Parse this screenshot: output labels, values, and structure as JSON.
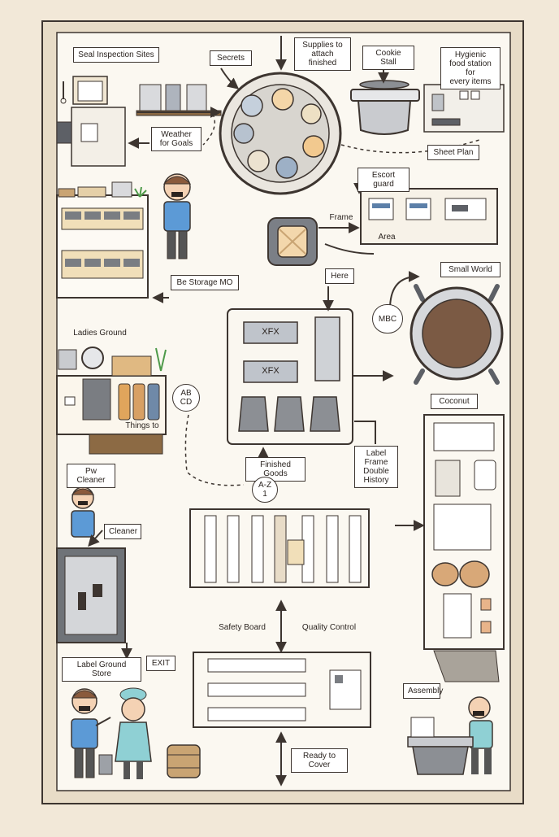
{
  "labels": {
    "seal_storage": "Seal Inspection Sites",
    "secrets": "Secrets",
    "supplies": "Supplies to\nattach finished",
    "cookie_stall": "Cookie Stall",
    "hygiene_note": "Hygienic\nfood station for\nevery items",
    "weather": "Weather\nfor Goals",
    "sheet_plan": "Sheet Plan",
    "escort_guard": "Escort guard",
    "frame": "Frame",
    "area": "Area",
    "here": "Here",
    "storage": "Be Storage MO",
    "small_world": "Small World",
    "mbc": "MBC",
    "ladies_ground": "Ladies Ground",
    "badge_ab": "AB\nCD",
    "bottles": "Things to",
    "coconut": "Coconut",
    "label_frame": "Label\nFrame\nDouble\nHistory",
    "finished_goods": "Finished Goods",
    "az_badge": "A-Z\n1",
    "pw_cleaner": "Pw Cleaner",
    "cleaner": "Cleaner",
    "safety_board": "Safety Board",
    "quality_control": "Quality Control",
    "label_ground": "Label Ground Store",
    "exit": "EXIT",
    "assembly": "Assembly",
    "ready_to_cover": "Ready to Cover",
    "panel_xf1": "XFX",
    "panel_xf2": "XFX"
  },
  "colors": {
    "background": "#f2e8d8",
    "board": "#fbf8f1",
    "line": "#3d3530",
    "shirt_blue": "#5c9ad6",
    "apron_teal": "#8fd0d4",
    "wood": "#c9a473",
    "steel": "#8c8f94",
    "dark_steel": "#5d6066",
    "pot_brown": "#7b5a44"
  },
  "icons": [
    "serving-tray-icon",
    "cooking-pot-icon",
    "frying-pan-icon",
    "conveyor-belt-icon",
    "shelf-icon",
    "oven-icon",
    "cabinet-icon",
    "bottle-icon",
    "bread-icon",
    "plant-icon",
    "worker-icon",
    "chef-icon"
  ]
}
